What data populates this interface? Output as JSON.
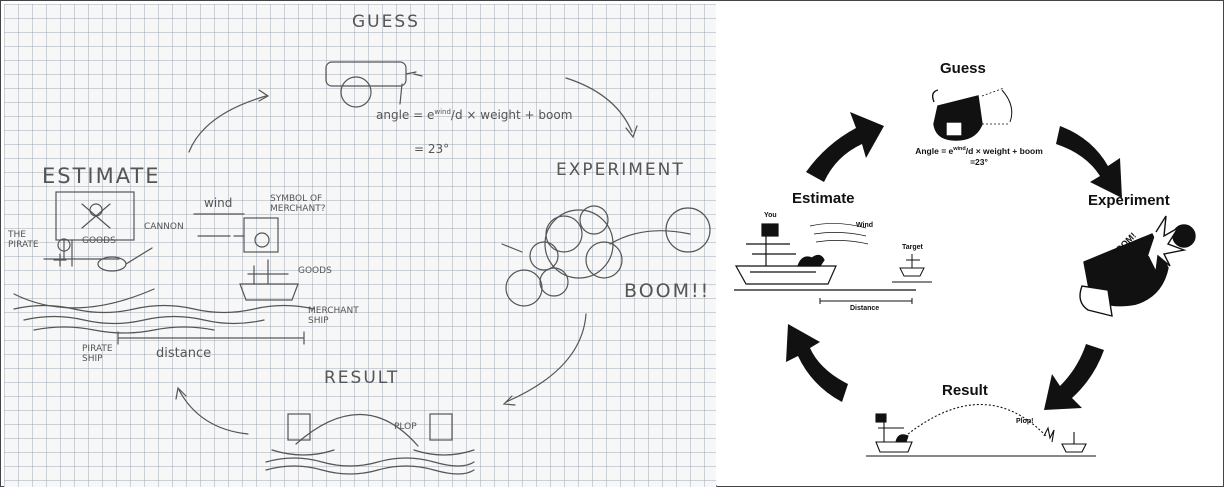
{
  "sketch": {
    "guess": "GUESS",
    "formula_prefix": "angle = e",
    "formula_sup": "wind",
    "formula_rest": "/d × weight + boom",
    "result_value": "= 23°",
    "estimate": "ESTIMATE",
    "experiment": "EXPERIMENT",
    "result": "RESULT",
    "boom": "BOOM!!",
    "wind": "wind",
    "cannon": "CANNON",
    "the_pirate": "THE PIRATE",
    "goods_left": "GOODS",
    "symbol_of_merchant": "SYMBOL OF MERCHANT?",
    "goods_right": "GOODS",
    "merchant_ship": "MERCHANT SHIP",
    "pirate_ship": "PIRATE SHIP",
    "distance": "distance",
    "plop": "PLOP"
  },
  "clean": {
    "guess": "Guess",
    "formula_prefix": "Angle = e",
    "formula_sup": "wind",
    "formula_rest": "/d × weight + boom",
    "formula_result": "=23°",
    "estimate": "Estimate",
    "experiment": "Experiment",
    "result": "Result",
    "you": "You",
    "wind": "Wind",
    "target": "Target",
    "distance": "Distance",
    "boom": "BOOM!",
    "plop": "Plop!"
  },
  "colors": {
    "ink": "#111111",
    "pencil": "#555555",
    "grid": "#96a0af"
  }
}
